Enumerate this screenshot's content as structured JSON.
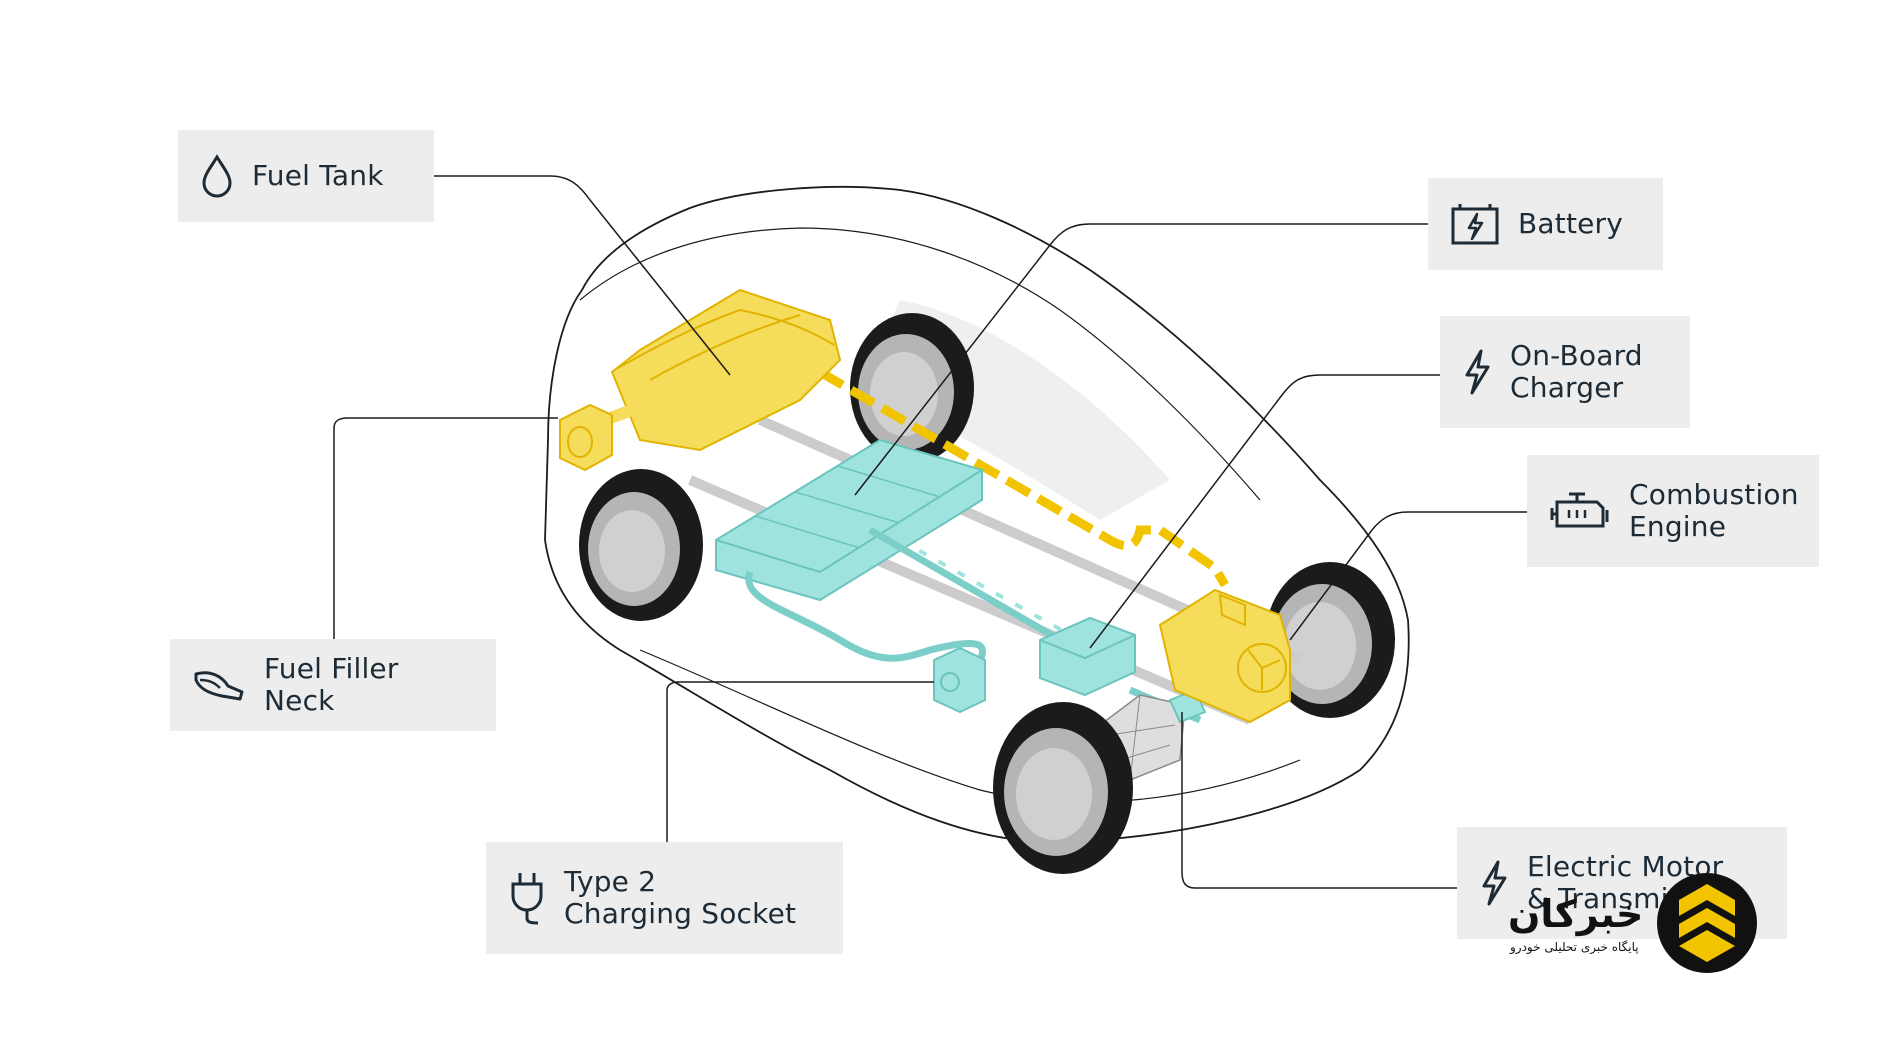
{
  "labels": {
    "fuel_tank": "Fuel Tank",
    "battery": "Battery",
    "on_board_charger": "On-Board\nCharger",
    "combustion_engine": "Combustion\nEngine",
    "fuel_filler_neck": "Fuel Filler Neck",
    "charging_socket": "Type 2\nCharging Socket",
    "electric_motor": "Electric Motor\n& Transmission"
  },
  "icons": {
    "fuel_tank": "droplet-icon",
    "battery": "battery-icon",
    "on_board_charger": "lightning-icon",
    "combustion_engine": "engine-icon",
    "fuel_filler_neck": "fuel-nozzle-icon",
    "charging_socket": "plug-icon",
    "electric_motor": "lightning-icon"
  },
  "colors": {
    "fuel_system": "#f5dc5a",
    "fuel_line": "#f2c400",
    "electric_system": "#9fe3de",
    "electric_line": "#7ccfc9",
    "callout_bg": "#ededed",
    "text": "#1d2b36",
    "wheel": "#1b1b1b",
    "rim": "#b5b5b5",
    "logo_accent": "#f2c400"
  },
  "watermark": {
    "wordmark": "خبرکان",
    "tagline": "پایگاه خبری تحلیلی خودرو"
  }
}
